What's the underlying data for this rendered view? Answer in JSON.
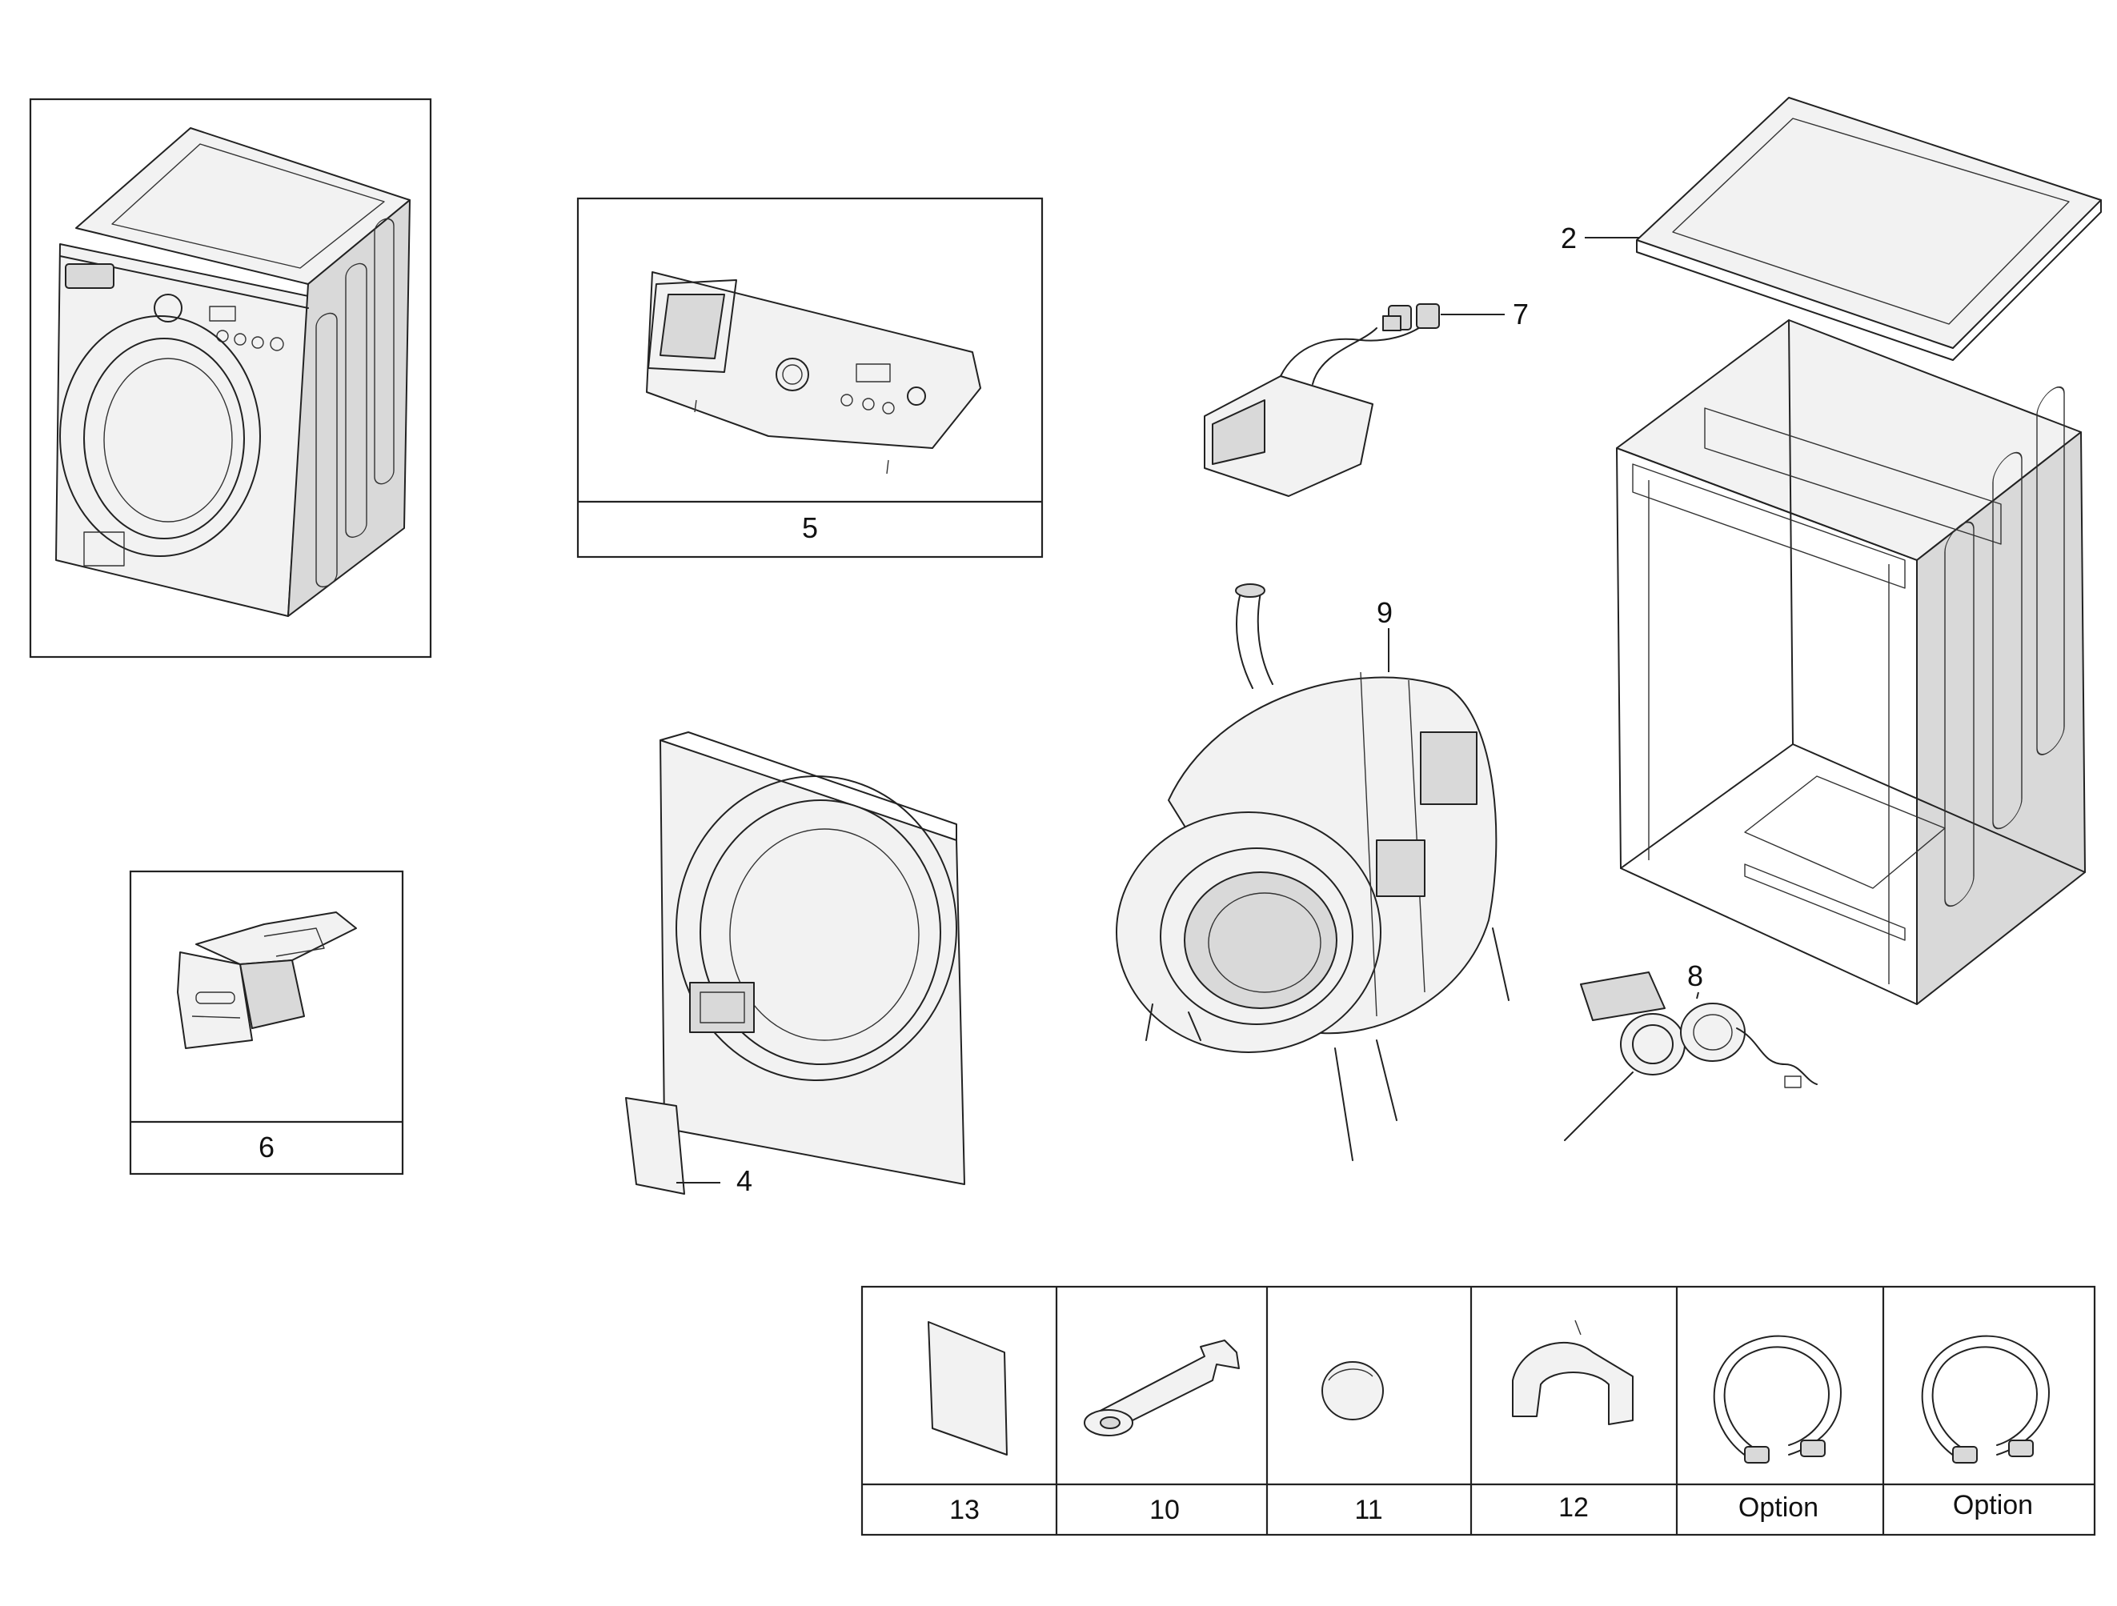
{
  "callouts": {
    "top_panel": "2",
    "front_panel_cover": "4",
    "control_panel": "5",
    "detergent_drawer": "6",
    "water_valve": "7",
    "drain_pump": "8",
    "tub_assembly": "9"
  },
  "accessory_table": {
    "cells": [
      "13",
      "10",
      "11",
      "12",
      "Option",
      "Option"
    ]
  },
  "colors": {
    "line": "#222222",
    "background": "#ffffff",
    "shade": "#d9d9d9"
  }
}
